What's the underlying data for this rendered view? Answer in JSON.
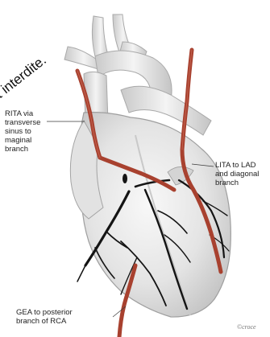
{
  "labels": {
    "rita": "RITA via\ntransverse\nsinus to\nmaginal\nbranch",
    "lita": "LITA to LAD\nand diagonal\nbranch",
    "gea": "GEA to posterior\nbranch of RCA"
  },
  "watermark": "st interdite.",
  "credit": "©croce",
  "colors": {
    "heart_fill": "#e9e9e9",
    "heart_shadow": "#b9b9b9",
    "coronary": "#141414",
    "graft": "#a8412f",
    "graft_highlight": "#c86a55"
  }
}
